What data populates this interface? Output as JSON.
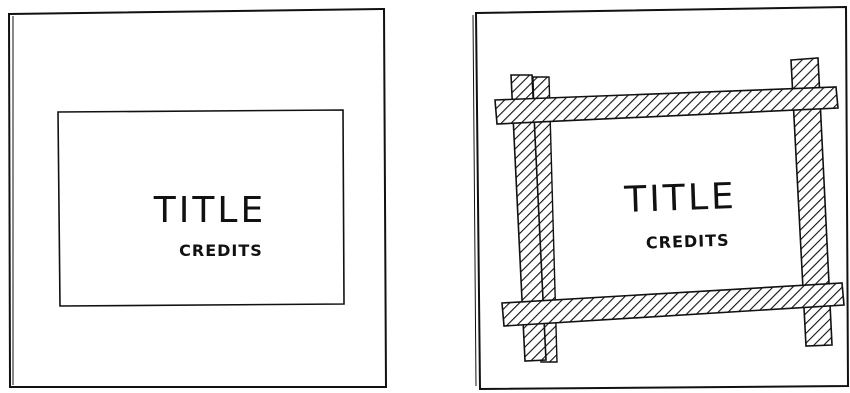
{
  "panels": [
    {
      "id": "plain",
      "title": "TITLE",
      "credits": "CREDITS",
      "tape_strips": false
    },
    {
      "id": "taped",
      "title": "TITLE",
      "credits": "CREDITS",
      "tape_strips": true
    }
  ],
  "colors": {
    "ink": "#111111",
    "paper": "#ffffff"
  }
}
